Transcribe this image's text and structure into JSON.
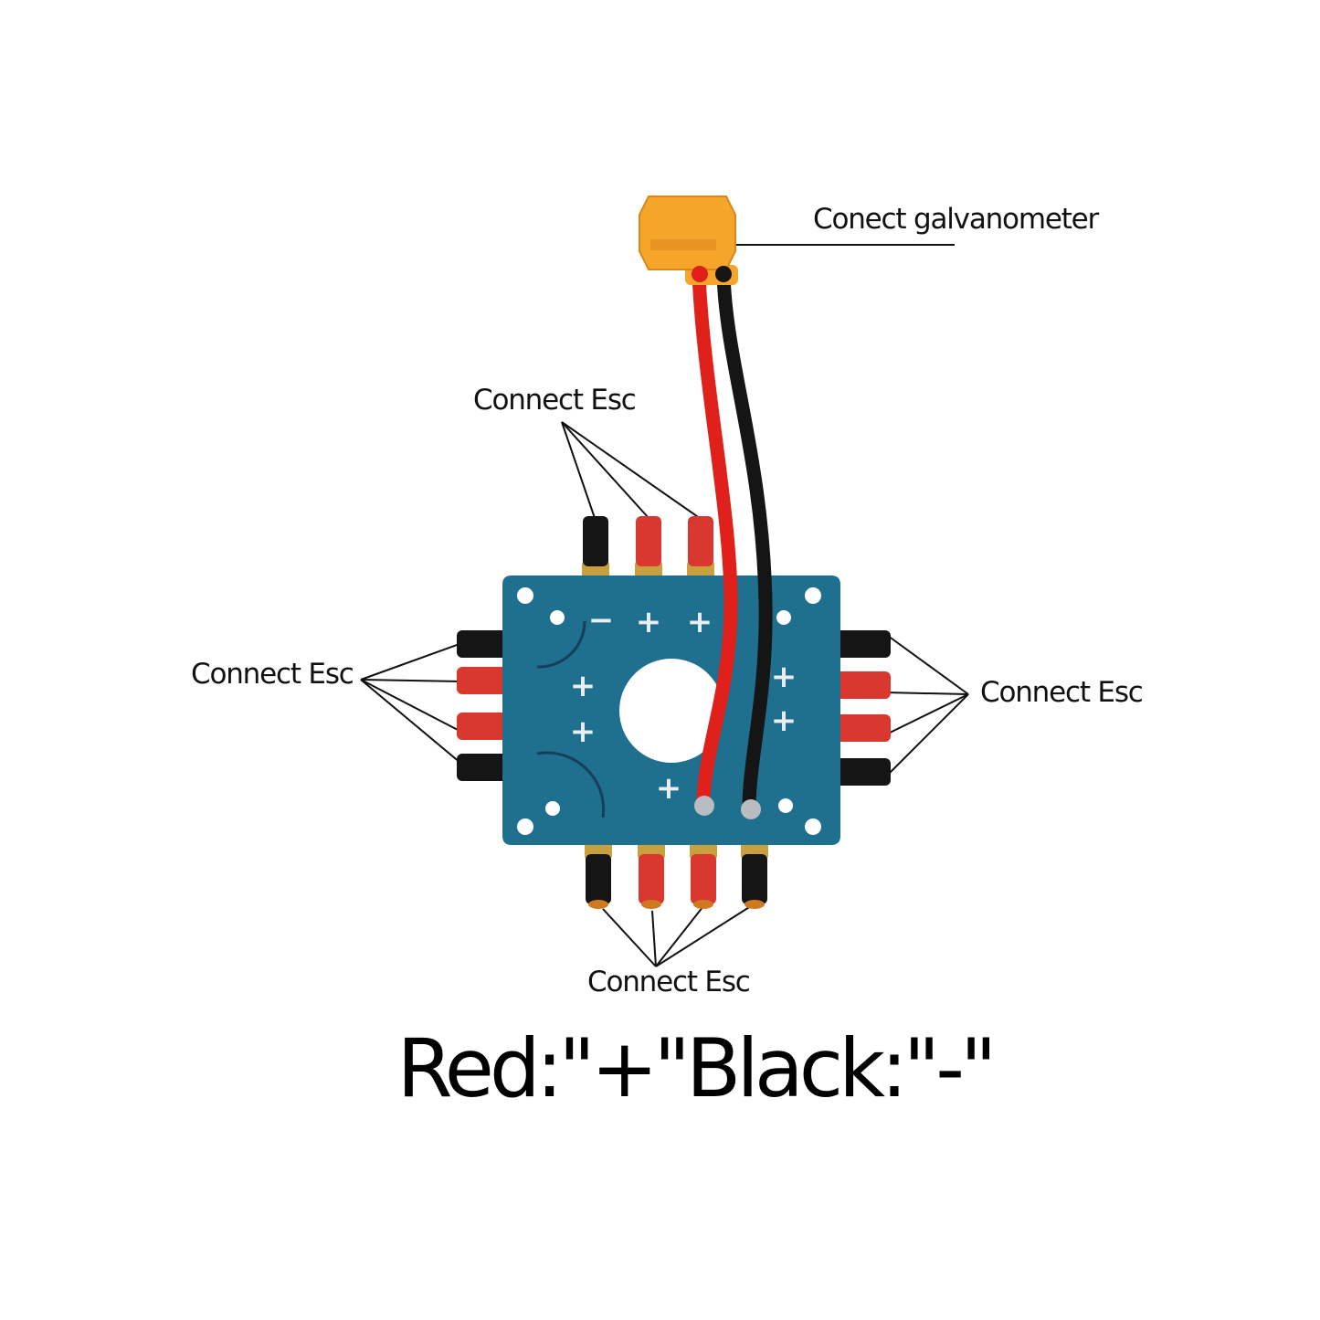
{
  "labels": {
    "galvanometer": "Conect galvanometer",
    "esc_top": "Connect Esc",
    "esc_left": "Connect Esc",
    "esc_right": "Connect Esc",
    "esc_bottom": "Connect Esc"
  },
  "legend": "Red:\"+\"Black:\"-\"",
  "board": {
    "pad_marks": [
      "−",
      "+",
      "+",
      "+",
      "+",
      "+",
      "+",
      "+"
    ]
  },
  "connectors": {
    "top": [
      "black",
      "red",
      "red"
    ],
    "left": [
      "black",
      "red",
      "red",
      "black"
    ],
    "right": [
      "black",
      "red",
      "red",
      "black"
    ],
    "bottom": [
      "black",
      "red",
      "red",
      "black"
    ]
  },
  "colors": {
    "board": "#1f6f8e",
    "red": "#d8382e",
    "black": "#151515",
    "gold": "#c9a040",
    "xt60": "#f4a52a",
    "wire_red": "#e0201a"
  }
}
